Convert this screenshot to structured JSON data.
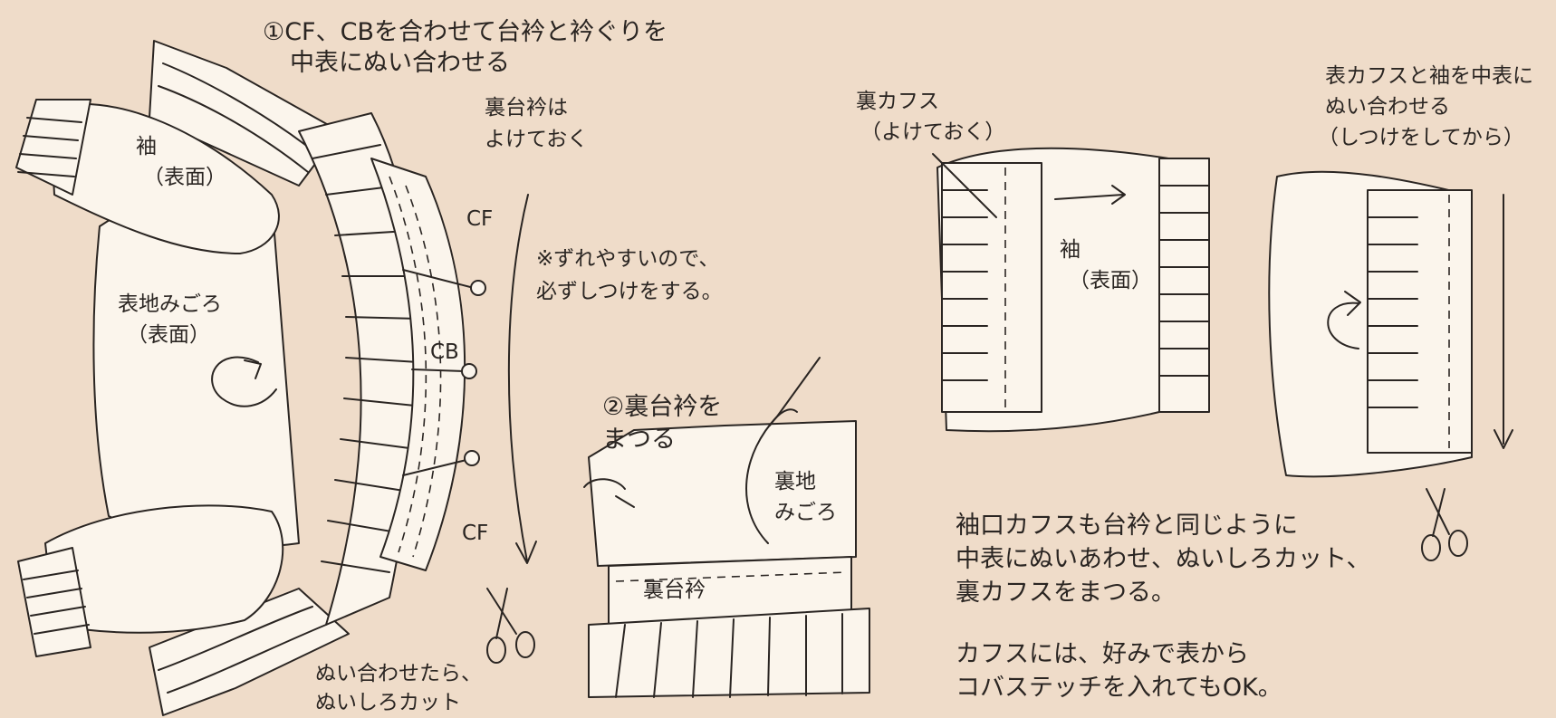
{
  "step1": {
    "line1": "①CF、CBを合わせて台衿と衿ぐりを",
    "line2": "中表にぬい合わせる"
  },
  "labels": {
    "sleeve_left": "袖",
    "sleeve_left_face": "（表面）",
    "body_front": "表地みごろ",
    "body_front_face": "（表面）",
    "inner_collar_line1": "裏台衿は",
    "inner_collar_line2": "よけておく",
    "cf_top": "CF",
    "cb": "CB",
    "cf_bottom": "CF",
    "shift_line1": "※ずれやすいので、",
    "shift_line2": "必ずしつけをする。",
    "after_sew_line1": "ぬい合わせたら、",
    "after_sew_line2": "ぬいしろカット"
  },
  "step2": {
    "line1": "②裏台衿を",
    "line2": "まつる",
    "lining_body_line1": "裏地",
    "lining_body_line2": "みごろ",
    "inner_collar": "裏台衿"
  },
  "cuff": {
    "inner_cuff_line1": "裏カフス",
    "inner_cuff_line2": "（よけておく）",
    "sleeve": "袖",
    "sleeve_face": "（表面）",
    "outer_line1": "表カフスと袖を中表に",
    "outer_line2": "ぬい合わせる",
    "outer_line3": "（しつけをしてから）",
    "note_line1": "袖口カフスも台衿と同じように",
    "note_line2": "中表にぬいあわせ、ぬいしろカット、",
    "note_line3": "裏カフスをまつる。",
    "note_line4": "カフスには、好みで表から",
    "note_line5": "コバステッチを入れてもOK。"
  },
  "colors": {
    "background": "#efdcc9",
    "fabric": "#fbf5ec",
    "ink": "#2a2522"
  }
}
